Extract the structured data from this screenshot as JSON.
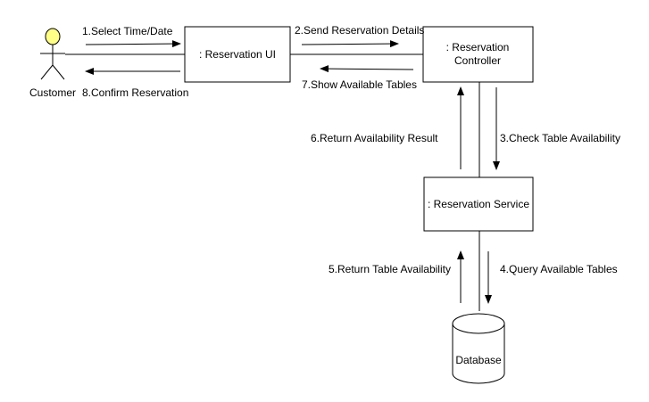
{
  "actor": {
    "label": "Customer",
    "head_color": "#ffff88"
  },
  "nodes": {
    "ui": ": Reservation UI",
    "controller_line1": ": Reservation",
    "controller_line2": "Controller",
    "service": ": Reservation Service",
    "database": "Database"
  },
  "messages": {
    "m1": "1.Select Time/Date",
    "m2": "2.Send Reservation Details",
    "m3": "3.Check Table Availability",
    "m4": "4.Query Available Tables",
    "m5": "5.Return Table Availability",
    "m6": "6.Return Availability Result",
    "m7": "7.Show Available Tables",
    "m8": "8.Confirm Reservation"
  }
}
